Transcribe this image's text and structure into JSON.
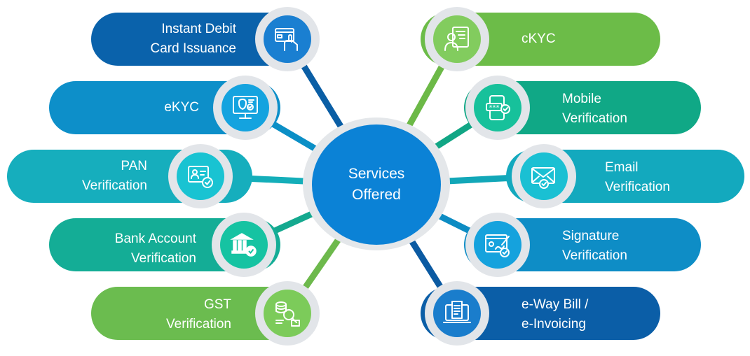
{
  "center": {
    "label": "Services\nOffered",
    "color": "#0b82d6"
  },
  "left_services": [
    {
      "label": "Instant Debit\nCard Issuance",
      "icon": "debit-card-icon",
      "color": "#0a62ab",
      "disc": "#1a7fd1",
      "line": "#0a5ea5"
    },
    {
      "label": "eKYC",
      "icon": "ekyc-monitor-icon",
      "color": "#0d8fc9",
      "disc": "#14a3df",
      "line": "#0b8fc6"
    },
    {
      "label": "PAN\nVerification",
      "icon": "pan-card-icon",
      "color": "#16aebd",
      "disc": "#19c3d2",
      "line": "#14aeb9"
    },
    {
      "label": "Bank Account\nVerification",
      "icon": "bank-icon",
      "color": "#14ad96",
      "disc": "#16c3a2",
      "line": "#14a98f"
    },
    {
      "label": "GST\nVerification",
      "icon": "gst-document-icon",
      "color": "#6bbc4f",
      "disc": "#7ccb5a",
      "line": "#6db94c"
    }
  ],
  "right_services": [
    {
      "label": "cKYC",
      "icon": "ckyc-person-icon",
      "color": "#6cbc48",
      "disc": "#82cc5e",
      "line": "#6cb947"
    },
    {
      "label": "Mobile\nVerification",
      "icon": "mobile-verification-icon",
      "color": "#10a886",
      "disc": "#17c19b",
      "line": "#11a685"
    },
    {
      "label": "Email\nVerification",
      "icon": "email-icon",
      "color": "#13a9be",
      "disc": "#1ac0d3",
      "line": "#12a7b8"
    },
    {
      "label": "Signature\nVerification",
      "icon": "signature-icon",
      "color": "#0e8dc6",
      "disc": "#15a2dd",
      "line": "#0d8cc3"
    },
    {
      "label": "e-Way Bill /\ne-Invoicing",
      "icon": "invoice-laptop-icon",
      "color": "#0b5ea7",
      "disc": "#1a7dcc",
      "line": "#0b5aa2"
    }
  ]
}
